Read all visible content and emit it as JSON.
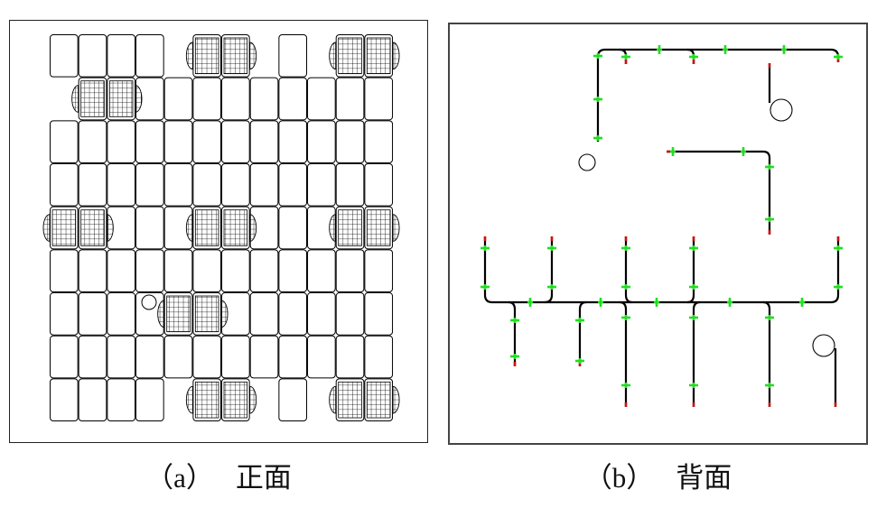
{
  "panels": [
    {
      "tag": "（a）",
      "caption": "正面"
    },
    {
      "tag": "（b）",
      "caption": "背面"
    }
  ],
  "colors": {
    "outline": "#000000",
    "marker": "#22dd22",
    "pipe_end": "#cc1111"
  }
}
